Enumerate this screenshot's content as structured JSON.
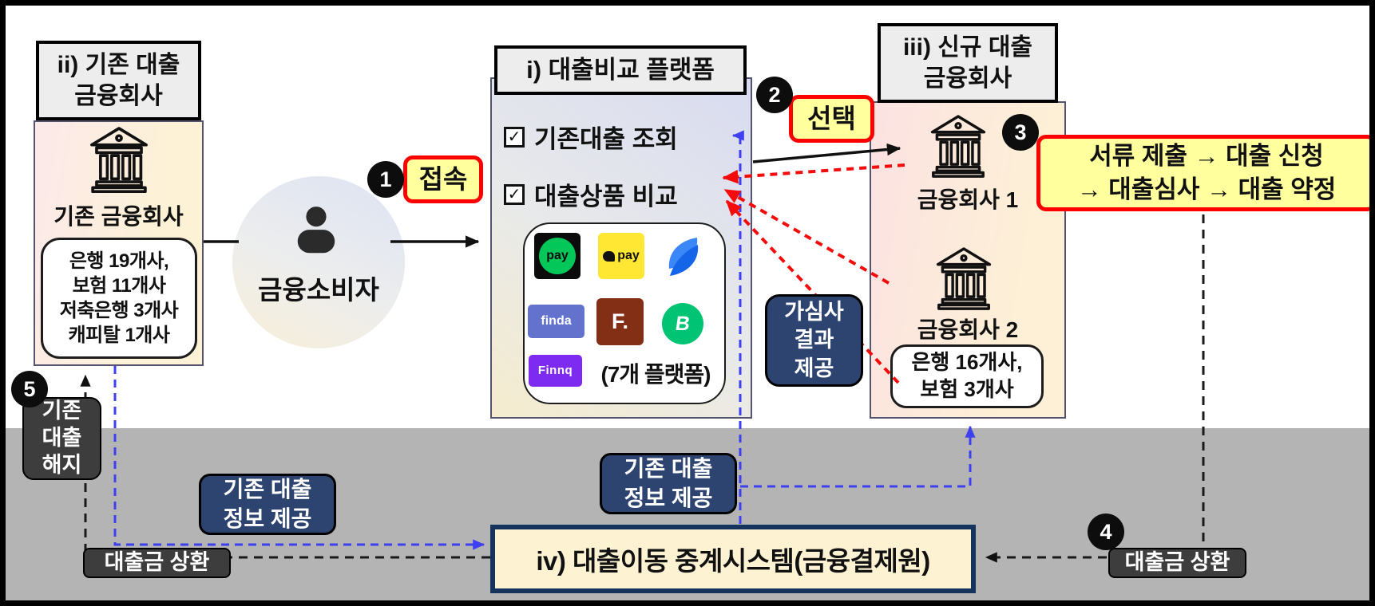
{
  "person": {
    "label": "금융소비자"
  },
  "left_company": {
    "title": "ii) 기존 대출\n금융회사",
    "bank_label": "기존 금융회사",
    "members": "은행 19개사,\n보험 11개사\n저축은행 3개사\n캐피탈 1개사"
  },
  "platform": {
    "title": "i) 대출비교 플랫폼",
    "check_glyph": "✓",
    "features": [
      {
        "label": "기존대출 조회"
      },
      {
        "label": "대출상품 비교"
      }
    ],
    "logos": {
      "naver_pay": "pay",
      "kakao_pay": "pay",
      "toss": "toss-swoosh",
      "finda": "finda",
      "fin_f": "F.",
      "banksalad": "B",
      "finnq": "Finnq"
    },
    "count_label": "(7개 플랫폼)"
  },
  "new_company": {
    "title": "iii) 신규 대출\n금융회사",
    "bank1_label": "금융회사 1",
    "bank2_label": "금융회사 2",
    "members": "은행 16개사,\n보험 3개사"
  },
  "relay": {
    "title": "iv) 대출이동 중계시스템(금융결제원)"
  },
  "steps": {
    "s1": {
      "num": "1",
      "label": "접속"
    },
    "s2": {
      "num": "2",
      "label": "선택"
    },
    "s3": {
      "num": "3",
      "label": "서류 제출 → 대출 신청\n→ 대출심사 → 대출 약정"
    },
    "s4": {
      "num": "4",
      "label": "대출금 상환"
    },
    "s5": {
      "num": "5",
      "label": "기존\n대출\n해지"
    }
  },
  "flows": {
    "existing_info_left": "기존 대출\n정보 제공",
    "existing_info_center": "기존 대출\n정보 제공",
    "prescreen_result": "가심사\n결과\n제공",
    "repay_left": "대출금 상환"
  },
  "colors": {
    "navy_box": "#2e4470",
    "yellow_label": "#ffff9e",
    "red_border": "#fe0000",
    "gray_band": "#b4b4b4",
    "blue_arrow": "#3f3ff2",
    "red_arrow": "#f40b0b",
    "relay_fill": "#fdf2d2",
    "relay_border": "#16335e"
  }
}
